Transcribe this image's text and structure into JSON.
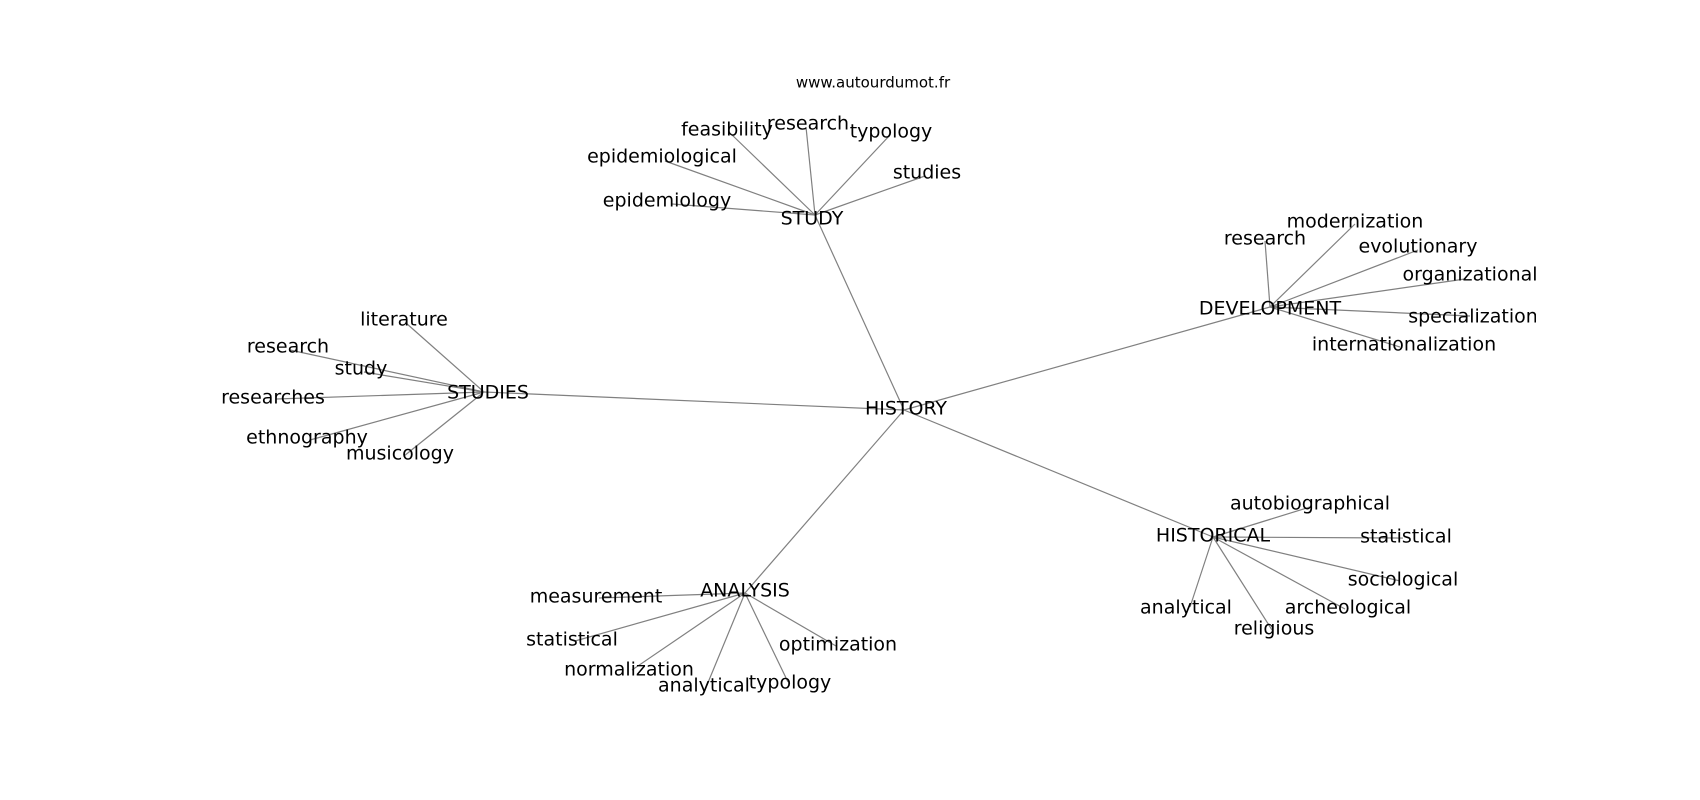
{
  "watermark": "www.autourdumot.fr",
  "edge_color": "#808080",
  "center": "HISTORY",
  "clusters": [
    {
      "hub": "STUDY",
      "leaves": [
        "feasibility",
        "research",
        "typology",
        "epidemiological",
        "studies",
        "epidemiology"
      ]
    },
    {
      "hub": "DEVELOPMENT",
      "leaves": [
        "research",
        "modernization",
        "evolutionary",
        "organizational",
        "specialization",
        "internationalization"
      ]
    },
    {
      "hub": "STUDIES",
      "leaves": [
        "literature",
        "research",
        "study",
        "researches",
        "ethnography",
        "musicology"
      ]
    },
    {
      "hub": "HISTORICAL",
      "leaves": [
        "autobiographical",
        "statistical",
        "sociological",
        "analytical",
        "archeological",
        "religious"
      ]
    },
    {
      "hub": "ANALYSIS",
      "leaves": [
        "measurement",
        "statistical",
        "normalization",
        "analytical",
        "typology",
        "optimization"
      ]
    }
  ]
}
